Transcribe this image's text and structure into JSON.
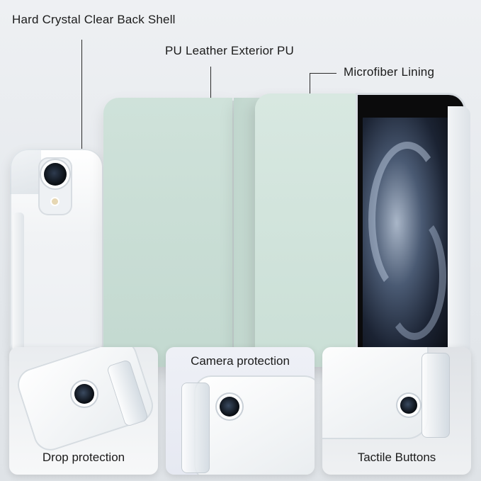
{
  "labels": {
    "back_shell": "Hard Crystal Clear Back Shell",
    "exterior": "PU Leather Exterior  PU",
    "lining": "Microfiber Lining"
  },
  "insets": [
    {
      "label": "Drop protection"
    },
    {
      "label": "Camera protection"
    },
    {
      "label": "Tactile Buttons"
    }
  ],
  "colors": {
    "case_green": "#c6dcd4",
    "text": "#1b1b1b"
  }
}
